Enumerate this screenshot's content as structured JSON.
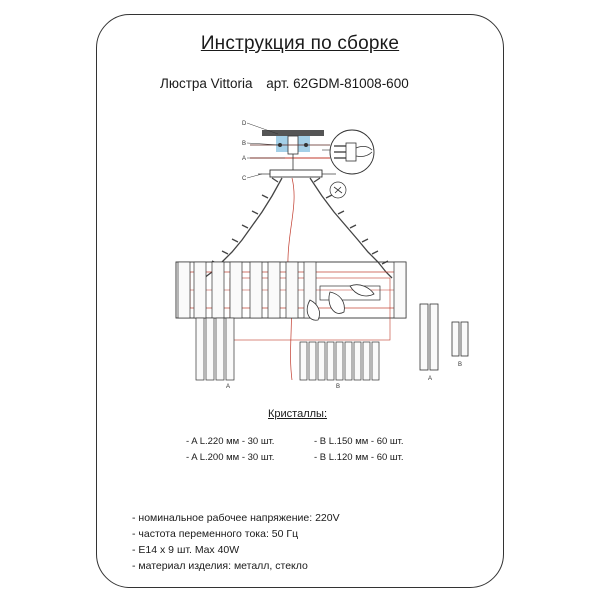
{
  "document": {
    "title": "Инструкция по сборке",
    "product": "Люстра Vittoria",
    "article": "арт. 62GDM-81008-600"
  },
  "diagram": {
    "labels": {
      "d": "D",
      "b": "B",
      "a": "A",
      "c": "C",
      "crystal_a": "A",
      "crystal_b": "B",
      "side_a": "A",
      "side_b": "B"
    }
  },
  "crystals": {
    "heading": "Кристаллы:",
    "items": [
      "- A L.220 мм - 30 шт.",
      "- A L.200 мм - 30 шт.",
      "- B L.150 мм -  60 шт.",
      "- B L.120 мм -  60 шт."
    ]
  },
  "specs": [
    "- номинальное рабочее напряжение: 220V",
    "- частота переменного тока: 50 Гц",
    "- E14 x 9 шт. Max 40W",
    "- материал изделия: металл, стекло"
  ]
}
